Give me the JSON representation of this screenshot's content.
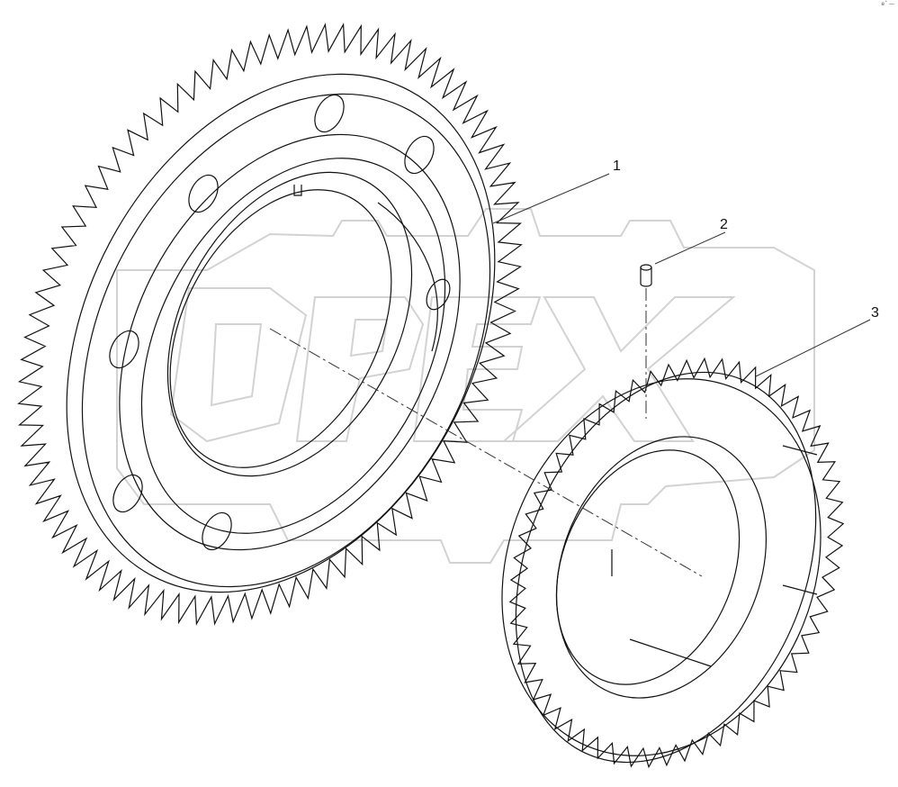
{
  "watermark": {
    "text": "OPEX",
    "color": "#d9d9d9"
  },
  "callouts": [
    {
      "id": "1",
      "label": "1"
    },
    {
      "id": "2",
      "label": "2"
    },
    {
      "id": "3",
      "label": "3"
    }
  ],
  "corner_mark": "eˆ ―",
  "colors": {
    "line": "#111111",
    "leader": "#333333",
    "watermark": "#d6d6d6"
  }
}
